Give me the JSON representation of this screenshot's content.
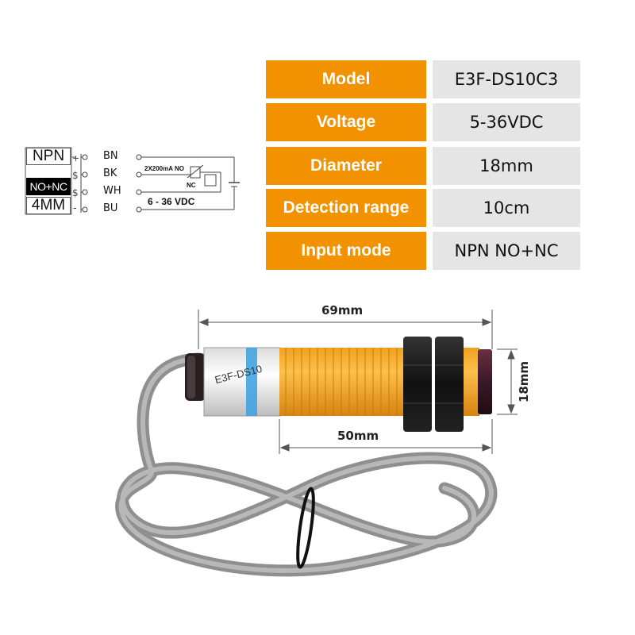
{
  "specs": [
    {
      "key": "Model",
      "value": "E3F-DS10C3"
    },
    {
      "key": "Voltage",
      "value": "5-36VDC"
    },
    {
      "key": "Diameter",
      "value": "18mm"
    },
    {
      "key": "Detection range",
      "value": "10cm"
    },
    {
      "key": "Input mode",
      "value": "NPN NO+NC"
    }
  ],
  "wiring": {
    "type_tag": "NPN",
    "mode_tag": "NO+NC",
    "size_tag": "4MM",
    "wires": [
      "BN",
      "BK",
      "WH",
      "BU"
    ],
    "contact_label": "2X200mA NO",
    "nc_label": "NC",
    "voltage_label": "6 - 36 VDC"
  },
  "dimensions": {
    "total_length": "69mm",
    "thread_length": "50mm",
    "diameter": "18mm"
  },
  "product_label": "E3F-DS10",
  "colors": {
    "spec_key_bg": "#f39200",
    "spec_value_bg": "#e5e5e5",
    "sensor_body": "#f7a623",
    "cable": "#9a9a9a",
    "nut": "#1a1a1a"
  }
}
